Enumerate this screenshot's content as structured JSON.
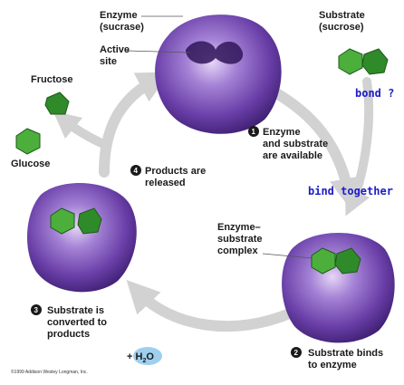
{
  "labels": {
    "enzyme": [
      "Enzyme",
      "(sucrase)"
    ],
    "active_site": [
      "Active",
      "site"
    ],
    "substrate": [
      "Substrate",
      "(sucrose)"
    ],
    "fructose": "Fructose",
    "glucose": "Glucose",
    "complex": [
      "Enzyme–",
      "substrate",
      "complex"
    ]
  },
  "steps": [
    {
      "number": "1",
      "lines": [
        "Enzyme",
        "and substrate",
        "are available"
      ]
    },
    {
      "number": "2",
      "lines": [
        "Substrate binds",
        "to enzyme"
      ]
    },
    {
      "number": "3",
      "lines": [
        "Substrate is",
        "converted to",
        "products"
      ]
    },
    {
      "number": "4",
      "lines": [
        "Products are",
        "released"
      ]
    }
  ],
  "annotations": {
    "bond": "bond ?",
    "bind": "bind together"
  },
  "water": {
    "prefix": "+ H",
    "subscript": "2",
    "suffix": "O"
  },
  "copyright": "©1999 Addison Wesley Longman, Inc.",
  "colors": {
    "enzyme": "#6a3fa8",
    "enzyme_dark": "#3b1d6e",
    "glucose": "#4caf3c",
    "fructose": "#2f8a2a",
    "arrow": "#d2d2d2",
    "handwritten": "#1c1cc8",
    "water": "#9fcfee"
  }
}
